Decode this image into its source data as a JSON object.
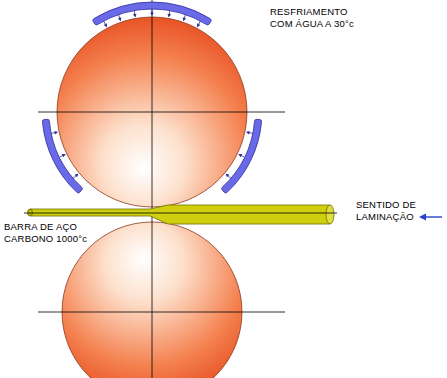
{
  "diagram": {
    "labels": [
      "RESFRIAMENTO COM ÁGUA A 30°c",
      "SENTIDO DE LAMINAÇÃO",
      "BARRA DE AÇO CARBONO 1000°c"
    ]
  }
}
